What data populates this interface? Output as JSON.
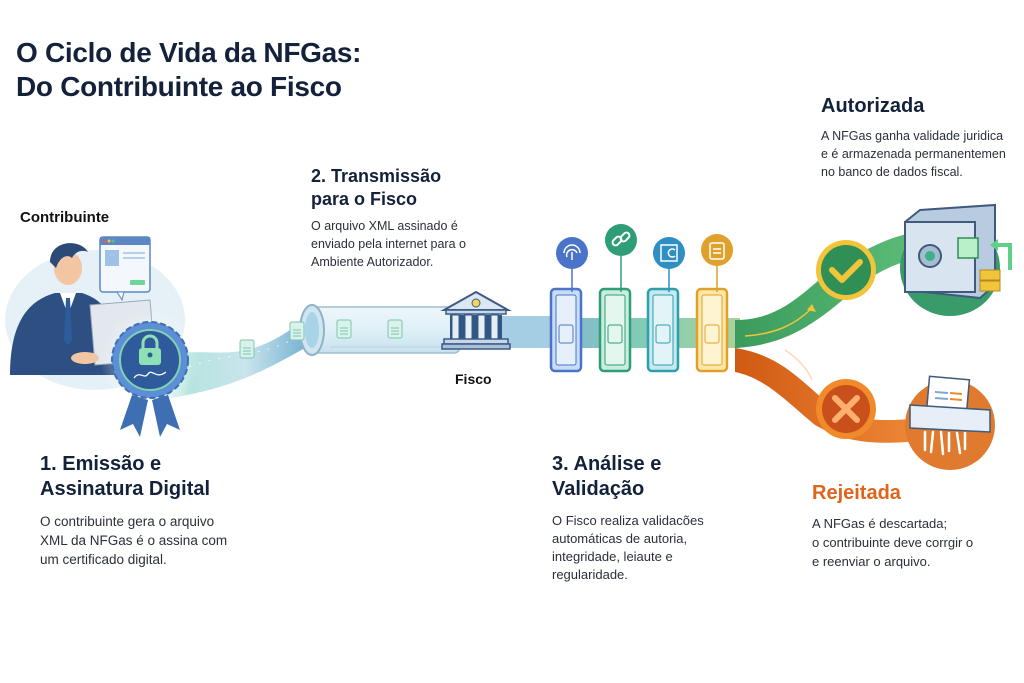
{
  "title": {
    "line1": "O Ciclo de Vida da NFGas:",
    "line2": "Do Contribuinte ao Fisco"
  },
  "actors": {
    "contribuinte": "Contribuinte",
    "fisco": "Fisco"
  },
  "steps": [
    {
      "heading_line1": "1. Emissão e",
      "heading_line2": "Assinatura Digital",
      "body": [
        "O contribuinte gera o arquivo",
        "XML da NFGas é o assina com",
        "um certificado digital."
      ]
    },
    {
      "heading_line1": "2. Transmissão",
      "heading_line2": "para o Fisco",
      "body": [
        "O arquivo XML assinado é",
        "enviado pela internet para o",
        "Ambiente Autorizador."
      ]
    },
    {
      "heading_line1": "3. Análise e",
      "heading_line2": "Validação",
      "body": [
        "O Fisco realiza validacões",
        "automáticas de autoria,",
        "integridade, leiaute e",
        "regularidade."
      ]
    }
  ],
  "outcomes": {
    "authorized": {
      "heading": "Autorizada",
      "body": [
        "A NFGas ganha validade juridica",
        "e é armazenada permanentemen",
        "no banco de dados fiscal."
      ],
      "color": "#2e8b57"
    },
    "rejected": {
      "heading": "Rejeitada",
      "body": [
        "A NFGas é descartada;",
        "o contribuinte deve corrgir o",
        "e reenviar o arquivo."
      ],
      "color": "#e0651c"
    }
  },
  "validation_checks": [
    {
      "icon": "fingerprint-icon",
      "color": "#4a74c9"
    },
    {
      "icon": "link-icon",
      "color": "#2f9d78"
    },
    {
      "icon": "layout-icon",
      "color": "#2f8fc4"
    },
    {
      "icon": "clipboard-icon",
      "color": "#e0a12c"
    }
  ],
  "colors": {
    "title": "#14213b",
    "flow_teal": "#9fd8d6",
    "flow_blue": "#6fa8cf",
    "success": "#3a9b5c",
    "reject": "#e0651c",
    "gold": "#f2c43a"
  }
}
